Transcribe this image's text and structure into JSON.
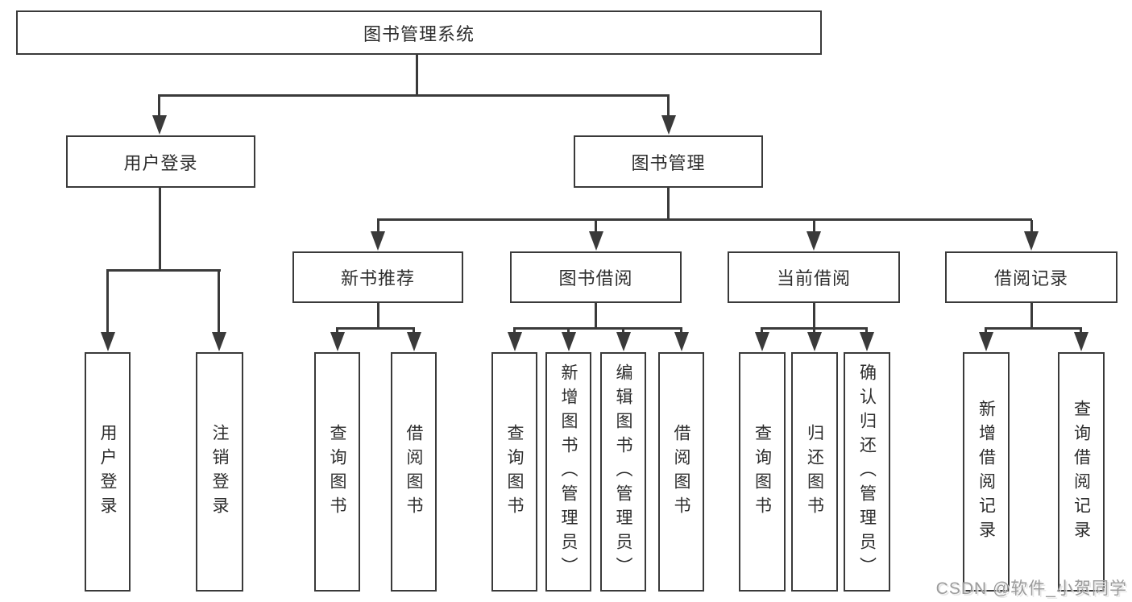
{
  "diagram": {
    "root": {
      "label": "图书管理系统"
    },
    "user_login": {
      "label": "用户登录",
      "children": [
        {
          "label": "用户登录"
        },
        {
          "label": "注销登录"
        }
      ]
    },
    "book_management": {
      "label": "图书管理",
      "sections": [
        {
          "label": "新书推荐",
          "children": [
            {
              "label": "查询图书"
            },
            {
              "label": "借阅图书"
            }
          ]
        },
        {
          "label": "图书借阅",
          "children": [
            {
              "label": "查询图书"
            },
            {
              "label": "新增图书（管理员）"
            },
            {
              "label": "编辑图书（管理员）"
            },
            {
              "label": "借阅图书"
            }
          ]
        },
        {
          "label": "当前借阅",
          "children": [
            {
              "label": "查询图书"
            },
            {
              "label": "归还图书"
            },
            {
              "label": "确认归还（管理员）"
            }
          ]
        },
        {
          "label": "借阅记录",
          "children": [
            {
              "label": "新增借阅记录"
            },
            {
              "label": "查询借阅记录"
            }
          ]
        }
      ]
    },
    "watermark": "CSDN @软件_小贺同学",
    "colors": {
      "line": "#3a3a3a",
      "text": "#2d2d2d",
      "watermark": "#9b9b9b",
      "background": "#ffffff"
    }
  }
}
